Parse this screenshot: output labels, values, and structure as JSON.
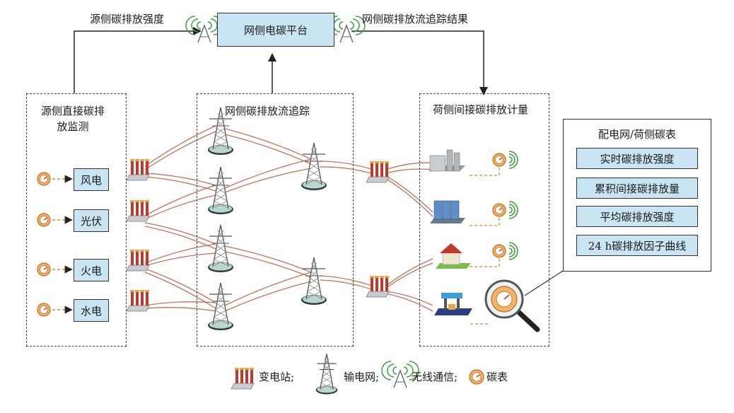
{
  "platform": {
    "label": "网侧电碳平台"
  },
  "flows": {
    "left": "源侧碳排放强度",
    "right": "网侧碳排放流追踪结果"
  },
  "panels": {
    "source": "源侧直接碳排\n放监测",
    "grid": "网侧碳排放流追踪",
    "load": "荷侧间接碳排放计量"
  },
  "sources": [
    "风电",
    "光伏",
    "火电",
    "水电"
  ],
  "meter_panel": {
    "title": "配电网/荷侧碳表",
    "items": [
      "实时碳排放强度",
      "累积间接碳排放量",
      "平均碳排放强度",
      "24 h碳排放因子曲线"
    ]
  },
  "legend": {
    "substation": "变电站;",
    "grid": "输电网;",
    "wireless": "无线通信;",
    "meter": "碳表"
  },
  "colors": {
    "box_fill": "#c9e4f2",
    "line": "#b85a3c",
    "meter": "#e0892a",
    "wireless": "#3aa13a"
  }
}
